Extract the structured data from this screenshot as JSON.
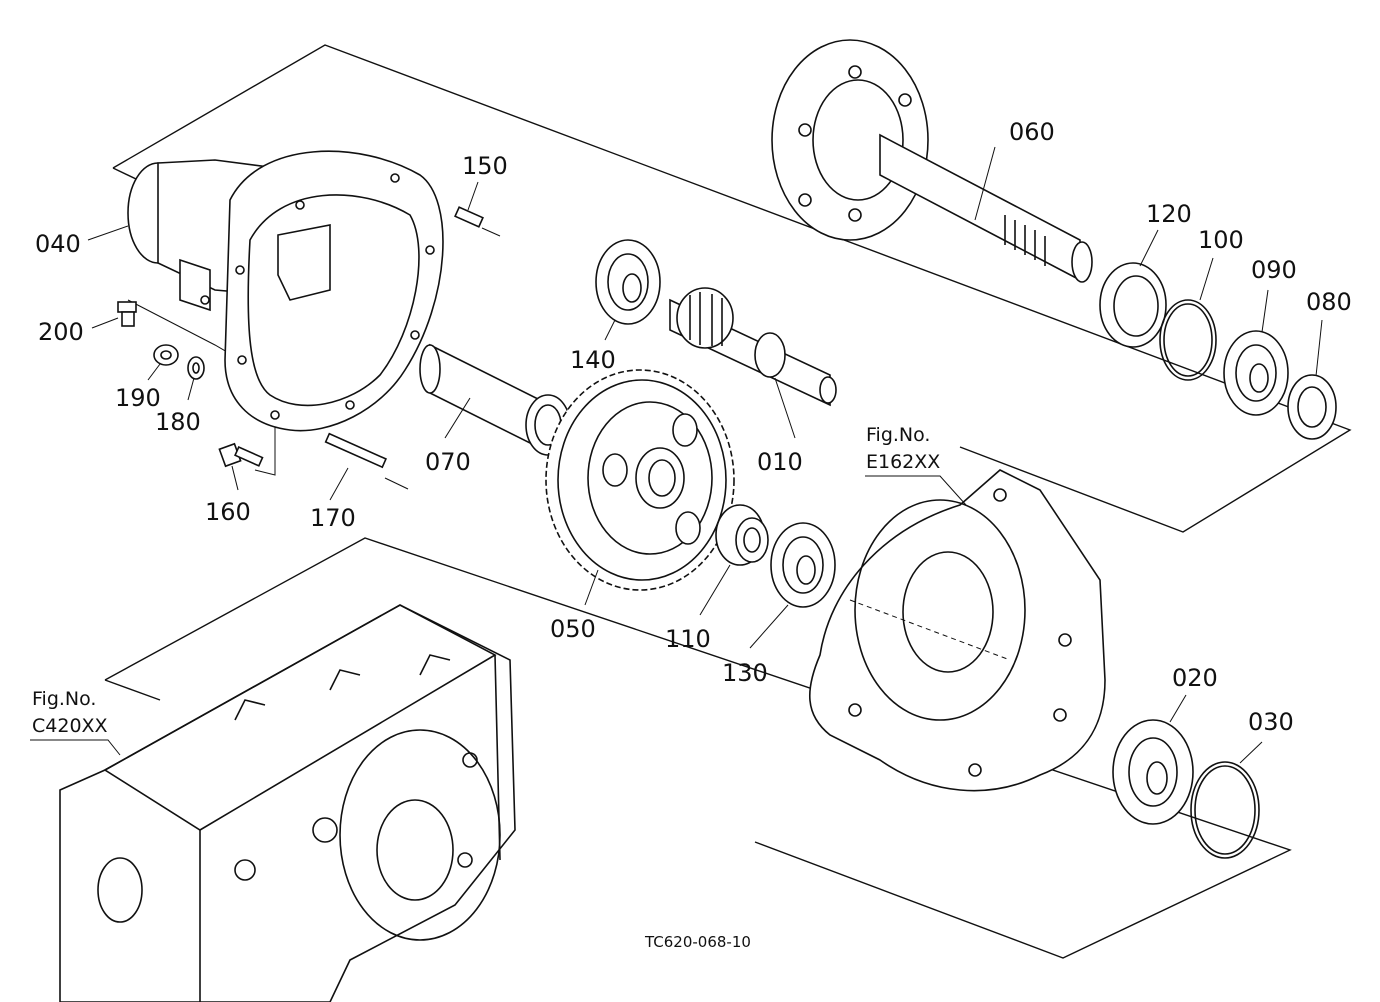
{
  "diagram": {
    "code": "TC620-068-10",
    "refs": [
      {
        "line1": "Fig.No.",
        "line2": "E162XX"
      },
      {
        "line1": "Fig.No.",
        "line2": "C420XX"
      }
    ],
    "parts": [
      {
        "no": "010"
      },
      {
        "no": "020"
      },
      {
        "no": "030"
      },
      {
        "no": "040"
      },
      {
        "no": "050"
      },
      {
        "no": "060"
      },
      {
        "no": "070"
      },
      {
        "no": "080"
      },
      {
        "no": "090"
      },
      {
        "no": "100"
      },
      {
        "no": "110"
      },
      {
        "no": "120"
      },
      {
        "no": "130"
      },
      {
        "no": "140"
      },
      {
        "no": "150"
      },
      {
        "no": "160"
      },
      {
        "no": "170"
      },
      {
        "no": "180"
      },
      {
        "no": "190"
      },
      {
        "no": "200"
      }
    ]
  }
}
